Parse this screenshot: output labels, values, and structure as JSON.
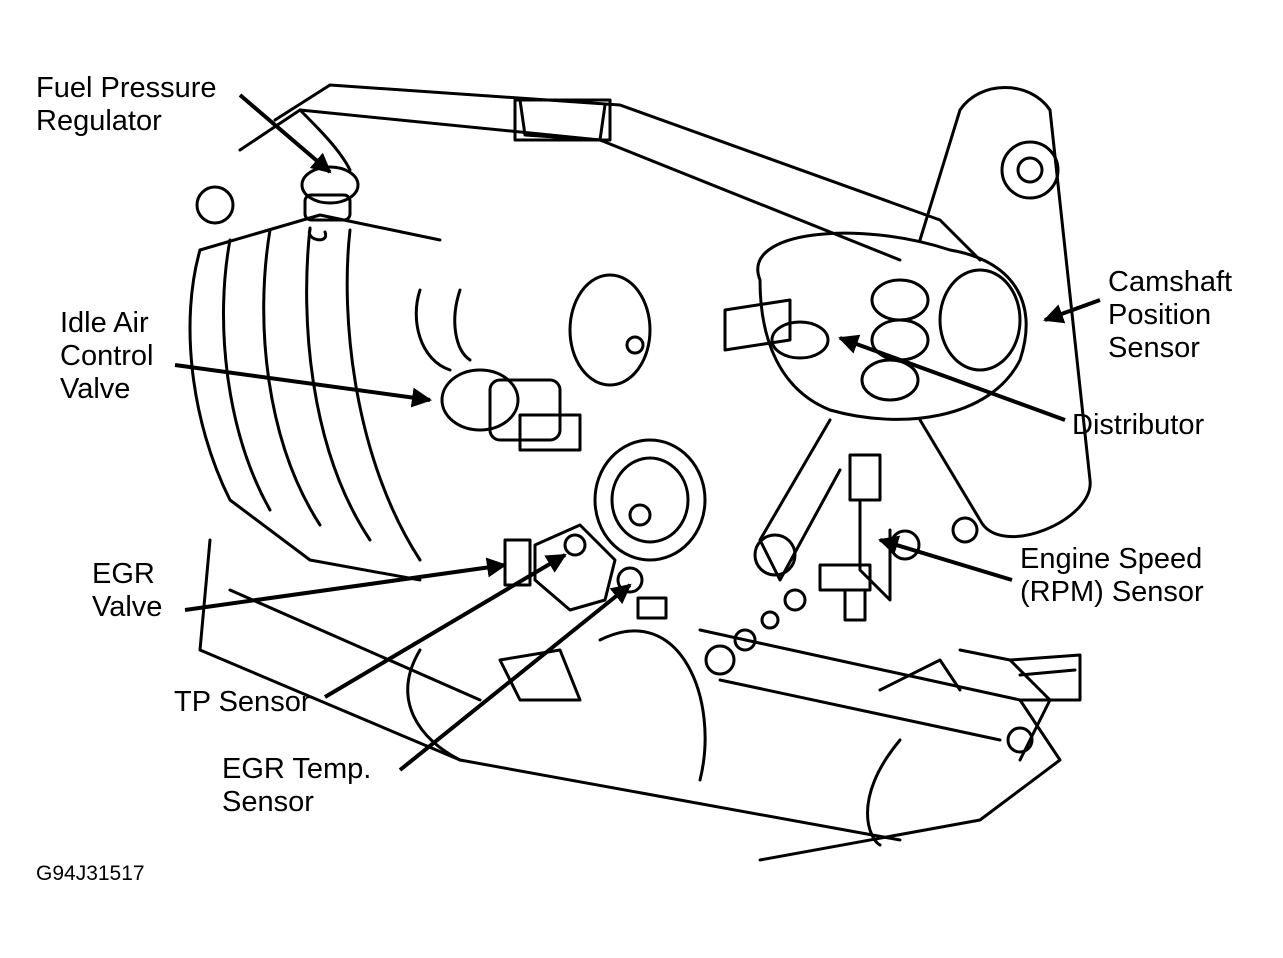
{
  "labels": {
    "fuel_pressure_regulator": [
      "Fuel Pressure",
      "Regulator"
    ],
    "idle_air_control_valve": [
      "Idle Air",
      "Control",
      "Valve"
    ],
    "egr_valve": [
      "EGR",
      "Valve"
    ],
    "tp_sensor": [
      "TP Sensor"
    ],
    "egr_temp_sensor": [
      "EGR Temp.",
      "Sensor"
    ],
    "camshaft_position_sensor": [
      "Camshaft",
      "Position",
      "Sensor"
    ],
    "distributor": [
      "Distributor"
    ],
    "engine_speed_sensor": [
      "Engine Speed",
      "(RPM) Sensor"
    ]
  },
  "figure_id": "G94J31517",
  "colors": {
    "ink": "#000000",
    "paper": "#ffffff"
  }
}
